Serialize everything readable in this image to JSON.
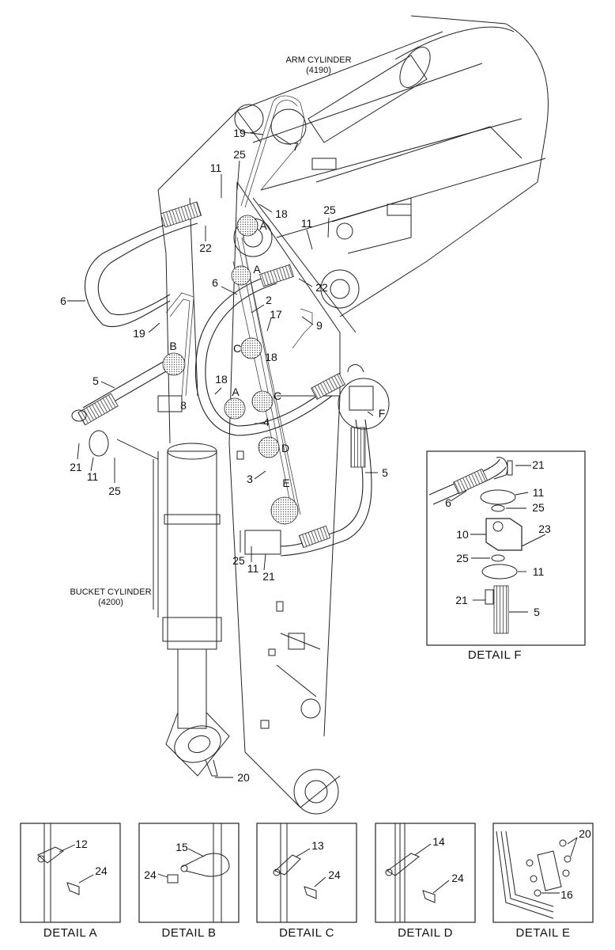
{
  "captions": {
    "arm_cylinder": "ARM CYLINDER",
    "arm_cylinder_no": "(4190)",
    "bucket_cylinder": "BUCKET CYLINDER",
    "bucket_cylinder_no": "(4200)"
  },
  "main_labels": {
    "l19a": "19",
    "l7": "7",
    "l25a": "25",
    "l11a": "11",
    "l18a": "18",
    "lAa": "A",
    "l25b": "25",
    "l11b": "11",
    "l22a": "22",
    "lAb": "A",
    "l6a": "6",
    "l6b": "6",
    "l2": "2",
    "l22b": "22",
    "l17": "17",
    "l9": "9",
    "l19b": "19",
    "lB": "B",
    "lCa": "C",
    "l18b": "18",
    "l18c": "18",
    "l5a": "5",
    "lAc": "A",
    "lCb": "C",
    "l8": "8",
    "l4": "4",
    "lF": "F",
    "lD": "D",
    "l21a": "21",
    "l11c": "11",
    "l25c": "25",
    "l3": "3",
    "lE": "E",
    "l5b": "5",
    "l25d": "25",
    "l11d": "11",
    "l21b": "21",
    "l20": "20"
  },
  "detail_f": {
    "title": "DETAIL  F",
    "l21a": "21",
    "l11a": "11",
    "l6": "6",
    "l25a": "25",
    "l10": "10",
    "l23": "23",
    "l25b": "25",
    "l11b": "11",
    "l21b": "21",
    "l5": "5"
  },
  "details": [
    {
      "title": "DETAIL  A",
      "part": "12",
      "bolt": "24"
    },
    {
      "title": "DETAIL  B",
      "part": "15",
      "bolt": "24"
    },
    {
      "title": "DETAIL  C",
      "part": "13",
      "bolt": "24"
    },
    {
      "title": "DETAIL  D",
      "part": "14",
      "bolt": "24"
    },
    {
      "title": "DETAIL  E",
      "part": "20",
      "bolt": "16"
    }
  ]
}
